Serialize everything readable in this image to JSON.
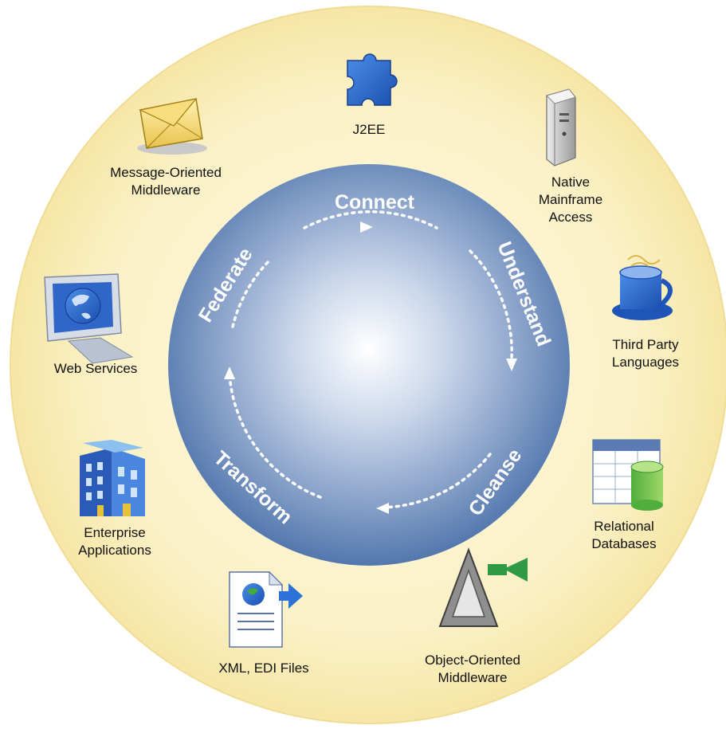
{
  "colors": {
    "outer_ring": "#fbf1c6",
    "outer_ring_edge": "#f3de9a",
    "inner_circle_center": "#ffffff",
    "inner_circle_edge": "#4f74ac",
    "phase_text": "#ffffff",
    "label_text": "#111111"
  },
  "cycle": {
    "phases": [
      "Connect",
      "Understand",
      "Cleanse",
      "Transform",
      "Federate"
    ]
  },
  "sources": {
    "j2ee": {
      "icon": "puzzle-piece-icon",
      "lines": [
        "J2EE"
      ]
    },
    "mainframe": {
      "icon": "server-tower-icon",
      "lines": [
        "Native",
        "Mainframe",
        "Access"
      ]
    },
    "third_party": {
      "icon": "coffee-cup-icon",
      "lines": [
        "Third Party",
        "Languages"
      ]
    },
    "relational": {
      "icon": "database-table-icon",
      "lines": [
        "Relational",
        "Databases"
      ]
    },
    "oom": {
      "icon": "triangle-arrow-icon",
      "lines": [
        "Object-Oriented",
        "Middleware"
      ]
    },
    "xml": {
      "icon": "xml-document-icon",
      "lines": [
        "XML, EDI Files"
      ]
    },
    "enterprise": {
      "icon": "office-building-icon",
      "lines": [
        "Enterprise",
        "Applications"
      ]
    },
    "web": {
      "icon": "globe-monitor-icon",
      "lines": [
        "Web Services"
      ]
    },
    "mom": {
      "icon": "envelope-icon",
      "lines": [
        "Message-Oriented",
        "Middleware"
      ]
    }
  }
}
